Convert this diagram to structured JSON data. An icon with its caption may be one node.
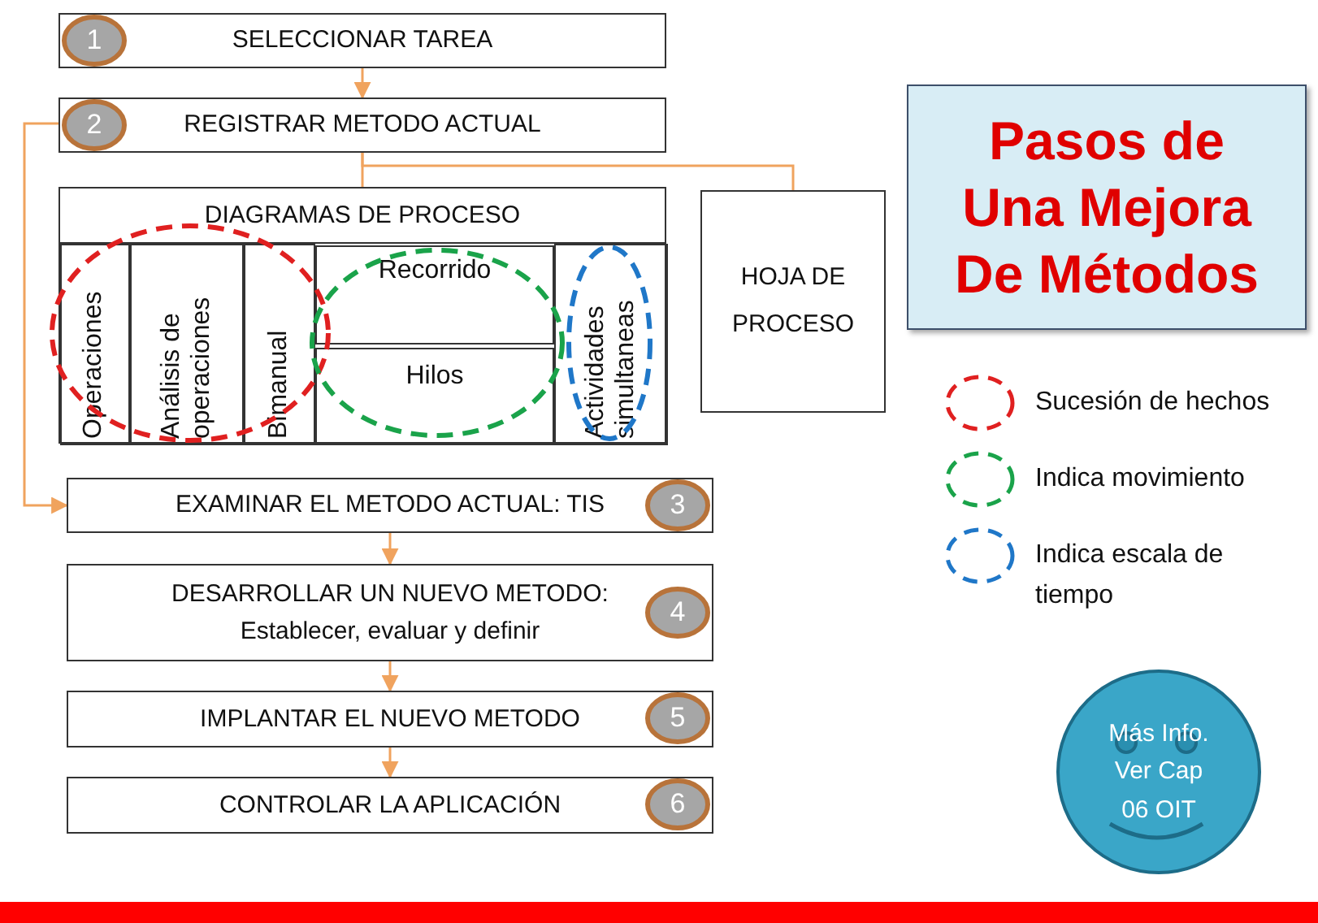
{
  "diagram": {
    "title": "Pasos de Una Mejora De Métodos",
    "nodes": [
      {
        "text": [
          "SELECCIONAR TAREA"
        ]
      },
      {
        "text": [
          "1"
        ],
        "in": 0
      },
      {
        "text": [
          "REGISTRAR METODO ACTUAL"
        ]
      },
      {
        "text": [
          "2"
        ],
        "in": 2
      },
      {
        "text": [
          "DIAGRAMAS DE PROCESO"
        ]
      },
      {
        "text": [
          "Operaciones"
        ],
        "in": 4
      },
      {
        "text": [
          "Análisis de operaciones"
        ],
        "in": 4
      },
      {
        "text": [
          "Bimanual"
        ],
        "in": 4
      },
      {
        "text": [
          "Recorrido"
        ],
        "in": 4
      },
      {
        "text": [
          "Hilos"
        ],
        "in": 4
      },
      {
        "text": [
          "Actividades simultaneas"
        ],
        "in": 4
      },
      {
        "text": [
          "HOJA DE PROCESO"
        ]
      },
      {
        "text": [
          "EXAMINAR EL METODO ACTUAL: TIS"
        ]
      },
      {
        "text": [
          "3"
        ],
        "in": 12
      },
      {
        "text": [
          "DESARROLLAR UN NUEVO METODO: Establecer, evaluar y definir"
        ]
      },
      {
        "text": [
          "4"
        ],
        "in": 14
      },
      {
        "text": [
          "IMPLANTAR EL NUEVO METODO"
        ]
      },
      {
        "text": [
          "5"
        ],
        "in": 16
      },
      {
        "text": [
          "CONTROLAR LA APLICACIÓN"
        ]
      },
      {
        "text": [
          "6"
        ],
        "in": 18
      },
      {
        "text": [
          "Más Info. Ver Cap 06 OIT"
        ]
      }
    ],
    "edges": [
      {
        "from": 0,
        "to": 2,
        "arrow": "to"
      },
      {
        "from": 2,
        "to": 4,
        "arrow": "none"
      },
      {
        "from": 2,
        "to": 11,
        "arrow": "none"
      },
      {
        "from": 3,
        "to": 12,
        "arrow": "to"
      },
      {
        "from": 12,
        "to": 14,
        "arrow": "to"
      },
      {
        "from": 14,
        "to": 16,
        "arrow": "to"
      },
      {
        "from": 16,
        "to": 18,
        "arrow": "to"
      }
    ],
    "legend": [
      {
        "text": "Sucesión de hechos"
      },
      {
        "text": "Indica movimiento"
      },
      {
        "text": "Indica escala de tiempo"
      }
    ]
  }
}
